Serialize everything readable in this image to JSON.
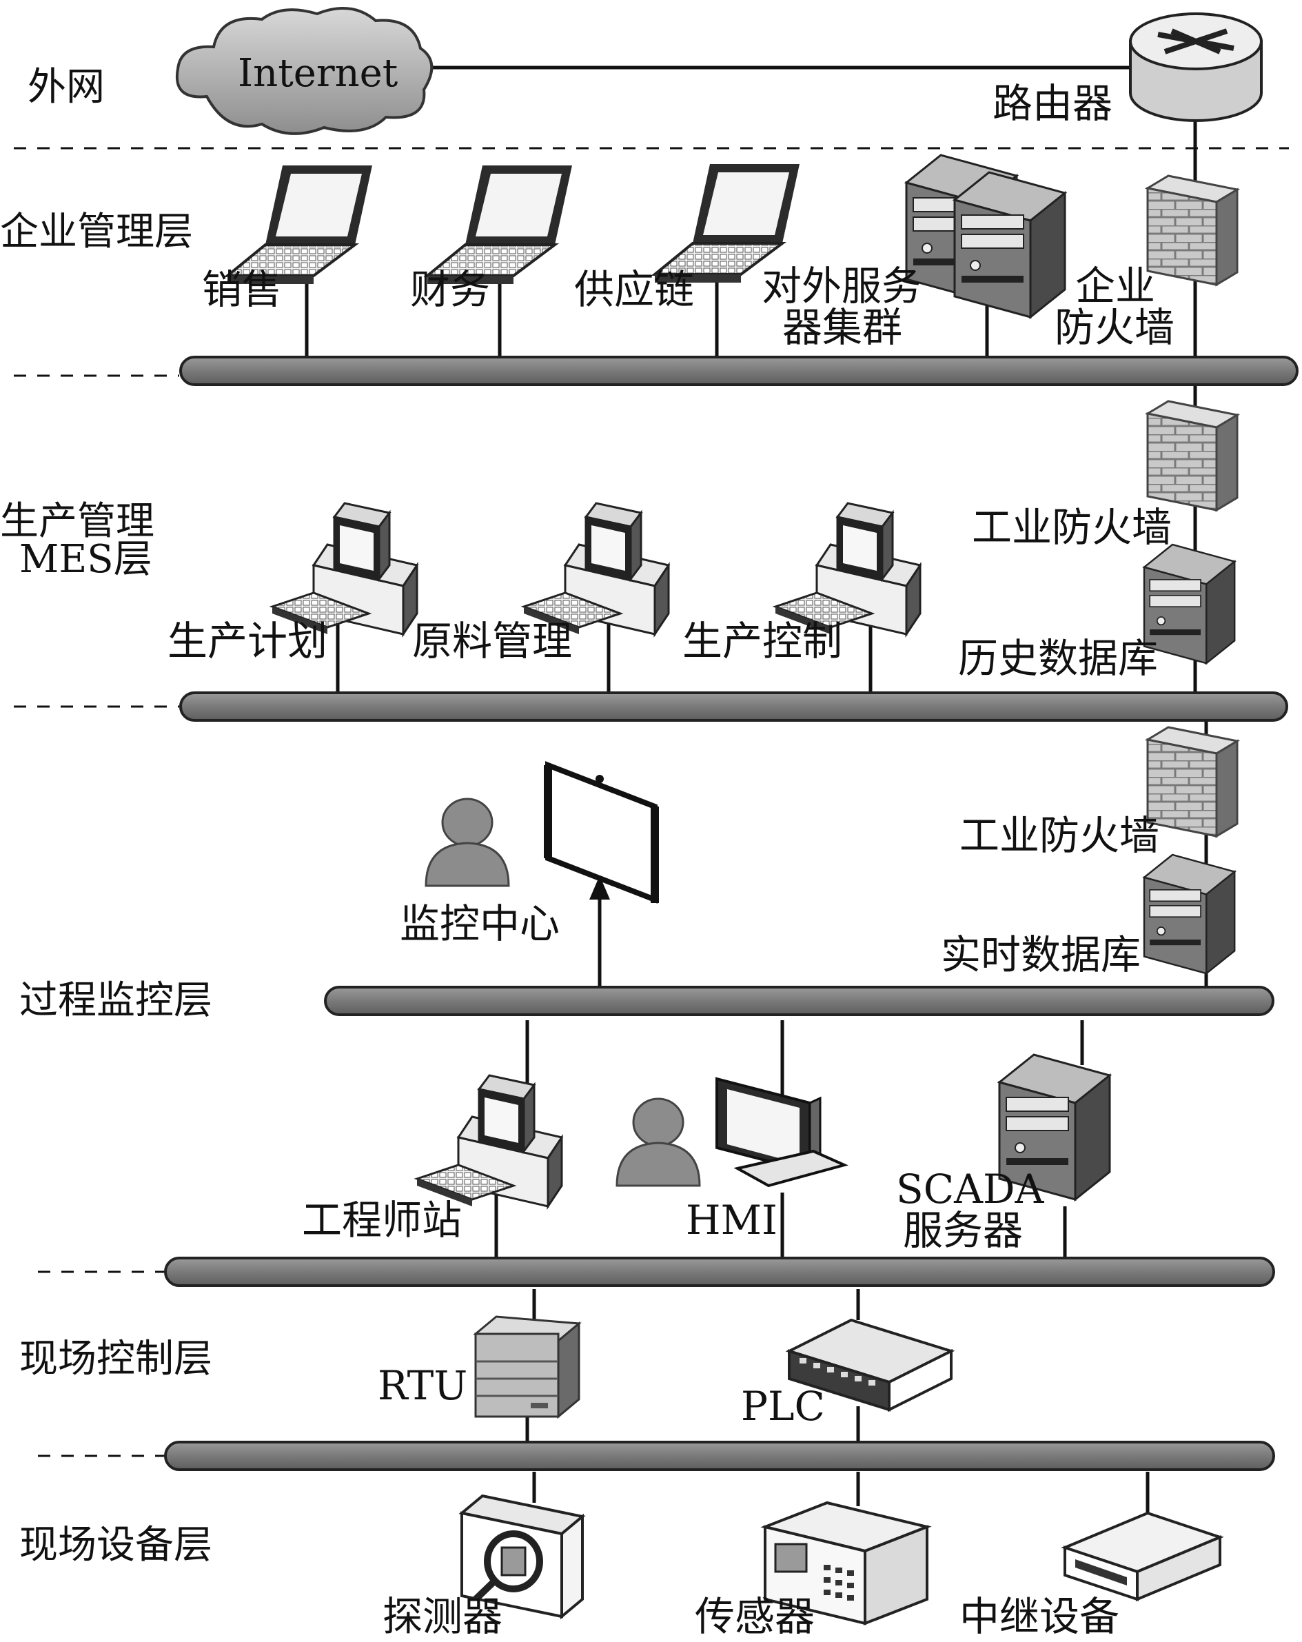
{
  "layers": {
    "wan": "外网",
    "enterprise": "企业管理层",
    "mes_line1": "生产管理",
    "mes_line2": "MES层",
    "process": "过程监控层",
    "field_control": "现场控制层",
    "field_device": "现场设备层"
  },
  "nodes": {
    "internet": "Internet",
    "router": "路由器",
    "sales": "销售",
    "finance": "财务",
    "supply_chain": "供应链",
    "ext_server_line1": "对外服务",
    "ext_server_line2": "器集群",
    "ent_fw_line1": "企业",
    "ent_fw_line2": "防火墙",
    "ind_fw1": "工业防火墙",
    "history_db": "历史数据库",
    "prod_plan": "生产计划",
    "material_mgmt": "原料管理",
    "prod_control": "生产控制",
    "ind_fw2": "工业防火墙",
    "monitor_center": "监控中心",
    "realtime_db": "实时数据库",
    "eng_station": "工程师站",
    "hmi": "HMI",
    "scada_line1": "SCADA",
    "scada_line2": "服务器",
    "rtu": "RTU",
    "plc": "PLC",
    "detector": "探测器",
    "sensor": "传感器",
    "relay": "中继设备"
  },
  "colors": {
    "bus": "#7f7f7f",
    "device_dark": "#3a3a3a",
    "device_mid": "#8a8a8a",
    "device_light": "#d0d0d0",
    "brick": "#b8b8b8"
  },
  "icons": {
    "cloud": "cloud-icon",
    "router": "router-icon",
    "laptop": "laptop-icon",
    "server": "server-icon",
    "firewall": "firewall-icon",
    "desktop": "desktop-pc-icon",
    "person": "person-icon",
    "screen": "projection-screen-icon",
    "monitor": "monitor-icon",
    "rtu": "rtu-box-icon",
    "plc": "plc-switch-icon",
    "detector": "detector-icon",
    "sensor": "sensor-icon",
    "relay": "relay-device-icon"
  }
}
